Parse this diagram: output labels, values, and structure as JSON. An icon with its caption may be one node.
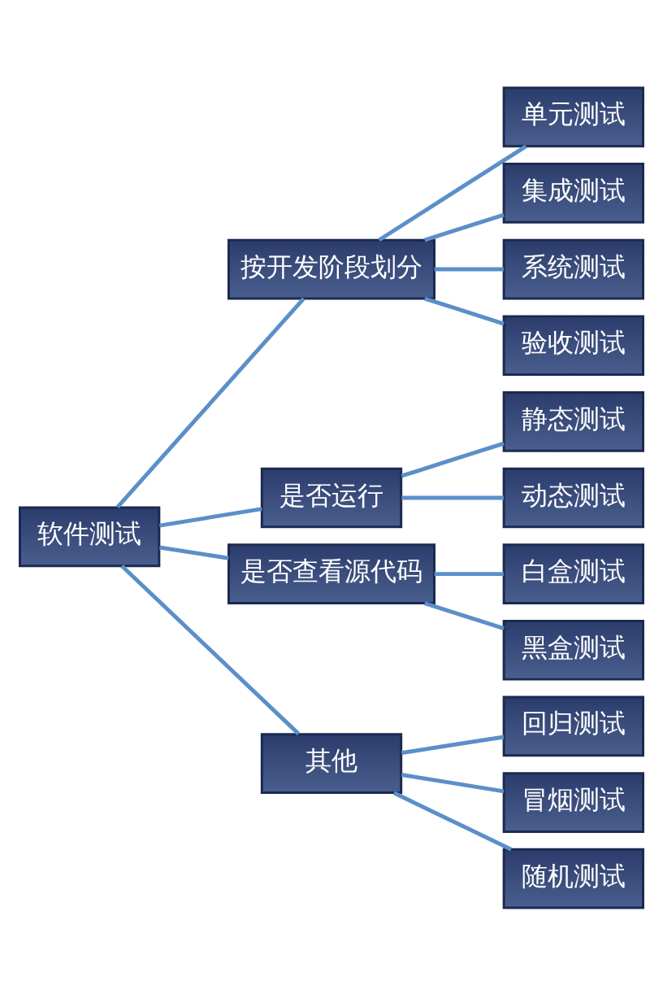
{
  "diagram": {
    "nodes": [
      {
        "text": [
          "软件测试"
        ]
      },
      {
        "text": [
          "按开发阶段划分"
        ]
      },
      {
        "text": [
          "单元测试"
        ]
      },
      {
        "text": [
          "集成测试"
        ]
      },
      {
        "text": [
          "系统测试"
        ]
      },
      {
        "text": [
          "验收测试"
        ]
      },
      {
        "text": [
          "是否运行"
        ]
      },
      {
        "text": [
          "静态测试"
        ]
      },
      {
        "text": [
          "动态测试"
        ]
      },
      {
        "text": [
          "是否查看源代码"
        ]
      },
      {
        "text": [
          "白盒测试"
        ]
      },
      {
        "text": [
          "黑盒测试"
        ]
      },
      {
        "text": [
          "其他"
        ]
      },
      {
        "text": [
          "回归测试"
        ]
      },
      {
        "text": [
          "冒烟测试"
        ]
      },
      {
        "text": [
          "随机测试"
        ]
      }
    ],
    "edges": [
      {
        "from": 0,
        "to": 1,
        "arrow": "none"
      },
      {
        "from": 0,
        "to": 6,
        "arrow": "none"
      },
      {
        "from": 0,
        "to": 9,
        "arrow": "none"
      },
      {
        "from": 0,
        "to": 12,
        "arrow": "none"
      },
      {
        "from": 1,
        "to": 2,
        "arrow": "none"
      },
      {
        "from": 1,
        "to": 3,
        "arrow": "none"
      },
      {
        "from": 1,
        "to": 4,
        "arrow": "none"
      },
      {
        "from": 1,
        "to": 5,
        "arrow": "none"
      },
      {
        "from": 6,
        "to": 7,
        "arrow": "none"
      },
      {
        "from": 6,
        "to": 8,
        "arrow": "none"
      },
      {
        "from": 9,
        "to": 10,
        "arrow": "none"
      },
      {
        "from": 9,
        "to": 11,
        "arrow": "none"
      },
      {
        "from": 12,
        "to": 13,
        "arrow": "none"
      },
      {
        "from": 12,
        "to": 14,
        "arrow": "none"
      },
      {
        "from": 12,
        "to": 15,
        "arrow": "none"
      }
    ]
  }
}
